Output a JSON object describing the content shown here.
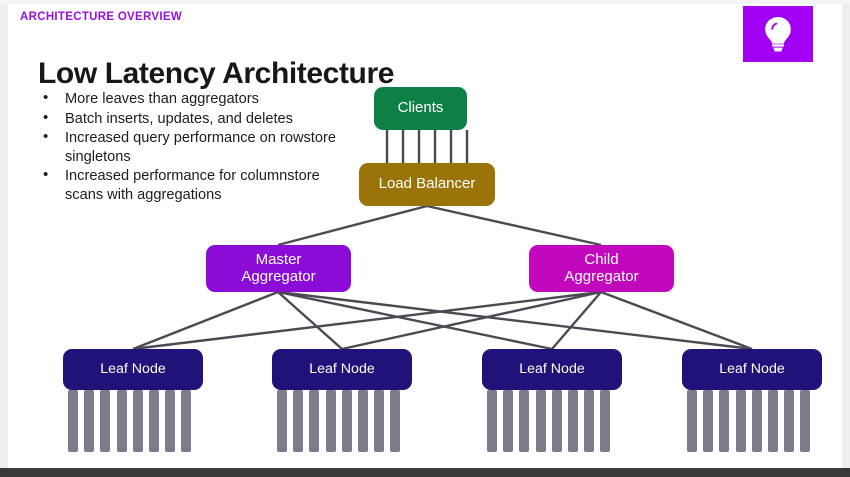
{
  "slide": {
    "eyebrow": "ARCHITECTURE OVERVIEW",
    "title": "Low Latency Architecture",
    "logo_icon": "lightbulb-icon",
    "colors": {
      "eyebrow": "#9910e0",
      "logo_background": "#a100f2",
      "clients": "#0d8045",
      "load_balancer": "#9a7408",
      "master_aggregator": "#8a0cd6",
      "child_aggregator": "#c108bc",
      "leaf_node": "#1f1278",
      "disk": "#7b7b89",
      "connector": "#4a4a55"
    }
  },
  "bullets": [
    "More leaves than aggregators",
    "Batch inserts, updates, and deletes",
    "Increased query performance on rowstore singletons",
    "Increased performance for columnstore scans with aggregations"
  ],
  "diagram": {
    "type": "node-tree",
    "nodes": {
      "clients": "Clients",
      "load_balancer": "Load Balancer",
      "master_aggregator": "Master\nAggregator",
      "master_aggregator_line1": "Master",
      "master_aggregator_line2": "Aggregator",
      "child_aggregator_line1": "Child",
      "child_aggregator_line2": "Aggregator"
    },
    "leaf_nodes": [
      {
        "label": "Leaf Node",
        "disks": 8
      },
      {
        "label": "Leaf Node",
        "disks": 8
      },
      {
        "label": "Leaf Node",
        "disks": 8
      },
      {
        "label": "Leaf Node",
        "disks": 8
      }
    ],
    "clients_to_lb_links": 6,
    "lb_to_aggregator_links": 2,
    "aggregator_to_leaf_links": 8
  }
}
